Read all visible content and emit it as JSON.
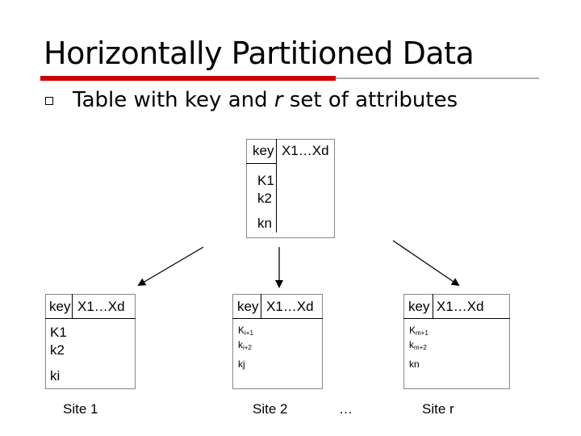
{
  "slide": {
    "title": "Horizontally Partitioned Data",
    "bullet_pre": "Table with key and ",
    "bullet_var": "r",
    "bullet_post": " set of attributes"
  },
  "main_table": {
    "header_key": "key",
    "header_attrs": "X1…Xd",
    "rows": [
      "K1",
      "k2",
      "kn"
    ]
  },
  "site_tables": [
    {
      "header_key": "key",
      "header_attrs": "X1…Xd",
      "rows": [
        "K1",
        "k2",
        "ki"
      ],
      "label": "Site 1"
    },
    {
      "header_key": "key",
      "header_attrs": "X1…Xd",
      "rows_base": [
        "K",
        "k",
        "kj"
      ],
      "rows_sub": [
        "i+1",
        "i+2",
        ""
      ],
      "label": "Site 2"
    },
    {
      "header_key": "key",
      "header_attrs": "X1…Xd",
      "rows_base": [
        "K",
        "k",
        "kn"
      ],
      "rows_sub": [
        "m+1",
        "m+2",
        ""
      ],
      "label": "Site r"
    }
  ],
  "ellipsis": "…",
  "colors": {
    "accent_red": "#cc0000",
    "rule_gray": "#b0b0b0"
  },
  "icons": [
    "square-bullet-icon",
    "arrow-icon"
  ]
}
